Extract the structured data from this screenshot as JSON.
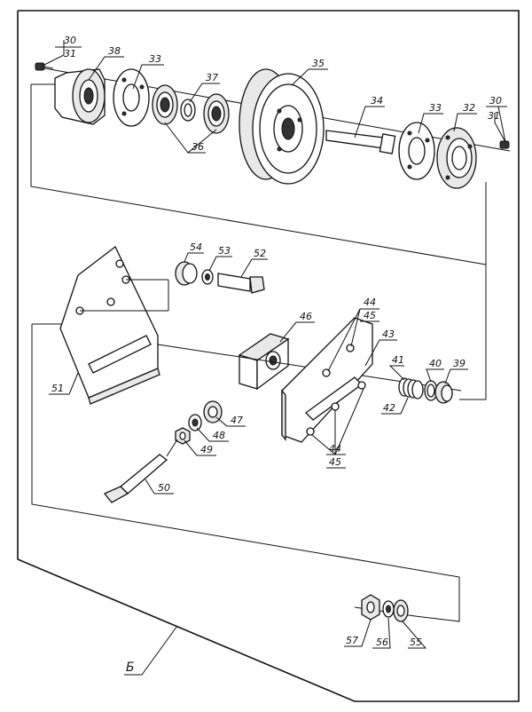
{
  "view_label": "Б",
  "callouts": [
    {
      "key": "c30a",
      "text": "30"
    },
    {
      "key": "c31a",
      "text": "31"
    },
    {
      "key": "c38",
      "text": "38"
    },
    {
      "key": "c33a",
      "text": "33"
    },
    {
      "key": "c37",
      "text": "37"
    },
    {
      "key": "c35",
      "text": "35"
    },
    {
      "key": "c36",
      "text": "36"
    },
    {
      "key": "c34",
      "text": "34"
    },
    {
      "key": "c33b",
      "text": "33"
    },
    {
      "key": "c32",
      "text": "32"
    },
    {
      "key": "c30b",
      "text": "30"
    },
    {
      "key": "c31b",
      "text": "31"
    },
    {
      "key": "c54",
      "text": "54"
    },
    {
      "key": "c53",
      "text": "53"
    },
    {
      "key": "c52",
      "text": "52"
    },
    {
      "key": "c44a",
      "text": "44"
    },
    {
      "key": "c45a",
      "text": "45"
    },
    {
      "key": "c46",
      "text": "46"
    },
    {
      "key": "c43",
      "text": "43"
    },
    {
      "key": "c41",
      "text": "41"
    },
    {
      "key": "c40",
      "text": "40"
    },
    {
      "key": "c39",
      "text": "39"
    },
    {
      "key": "c42",
      "text": "42"
    },
    {
      "key": "c51",
      "text": "51"
    },
    {
      "key": "c47",
      "text": "47"
    },
    {
      "key": "c48",
      "text": "48"
    },
    {
      "key": "c49",
      "text": "49"
    },
    {
      "key": "c44b",
      "text": "44"
    },
    {
      "key": "c45b",
      "text": "45"
    },
    {
      "key": "c50",
      "text": "50"
    },
    {
      "key": "c57",
      "text": "57"
    },
    {
      "key": "c56",
      "text": "56"
    },
    {
      "key": "c55",
      "text": "55"
    }
  ]
}
